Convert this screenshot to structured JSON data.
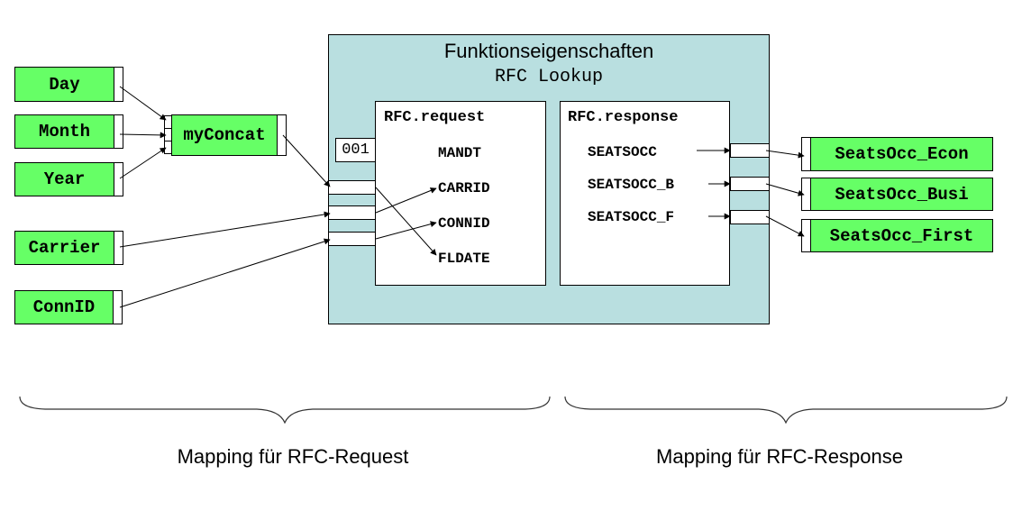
{
  "sources": {
    "day": "Day",
    "month": "Month",
    "year": "Year",
    "carrier": "Carrier",
    "connid": "ConnID"
  },
  "function_node": "myConcat",
  "panel": {
    "title": "Funktionseigenschaften",
    "subtitle": "RFC Lookup",
    "constant": "001",
    "request": {
      "header": "RFC.request",
      "fields": [
        "MANDT",
        "CARRID",
        "CONNID",
        "FLDATE"
      ]
    },
    "response": {
      "header": "RFC.response",
      "fields": [
        "SEATSOCC",
        "SEATSOCC_B",
        "SEATSOCC_F"
      ]
    }
  },
  "targets": {
    "econ": "SeatsOcc_Econ",
    "busi": "SeatsOcc_Busi",
    "first": "SeatsOcc_First"
  },
  "captions": {
    "request": "Mapping für RFC-Request",
    "response": "Mapping für RFC-Response"
  },
  "colors": {
    "node_fill": "#66ff66",
    "panel_fill": "#b9dfe0"
  }
}
